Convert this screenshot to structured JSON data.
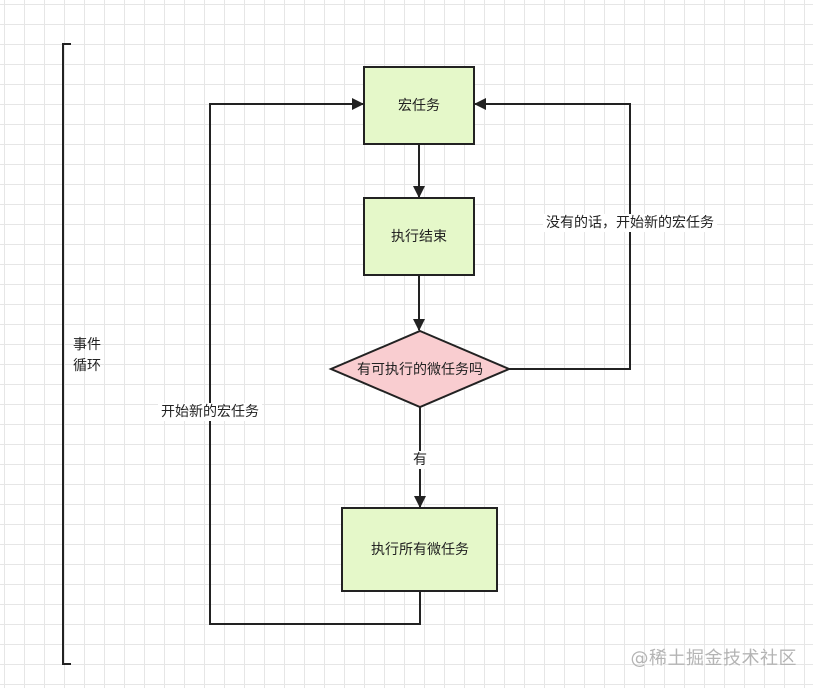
{
  "nodes": {
    "macro_task": "宏任务",
    "execution_end": "执行结束",
    "has_micro_tasks": "有可执行的微任务吗",
    "run_all_micro_tasks": "执行所有微任务"
  },
  "edges": {
    "yes": "有",
    "no_start_new_macro": "没有的话，开始新的宏任务",
    "start_new_macro": "开始新的宏任务"
  },
  "bracket": {
    "line1": "事件",
    "line2": "循环"
  },
  "watermark": "@稀土掘金技术社区",
  "colors": {
    "process_fill": "#e5f8c9",
    "decision_fill": "#f9cdd0",
    "stroke": "#222222"
  }
}
